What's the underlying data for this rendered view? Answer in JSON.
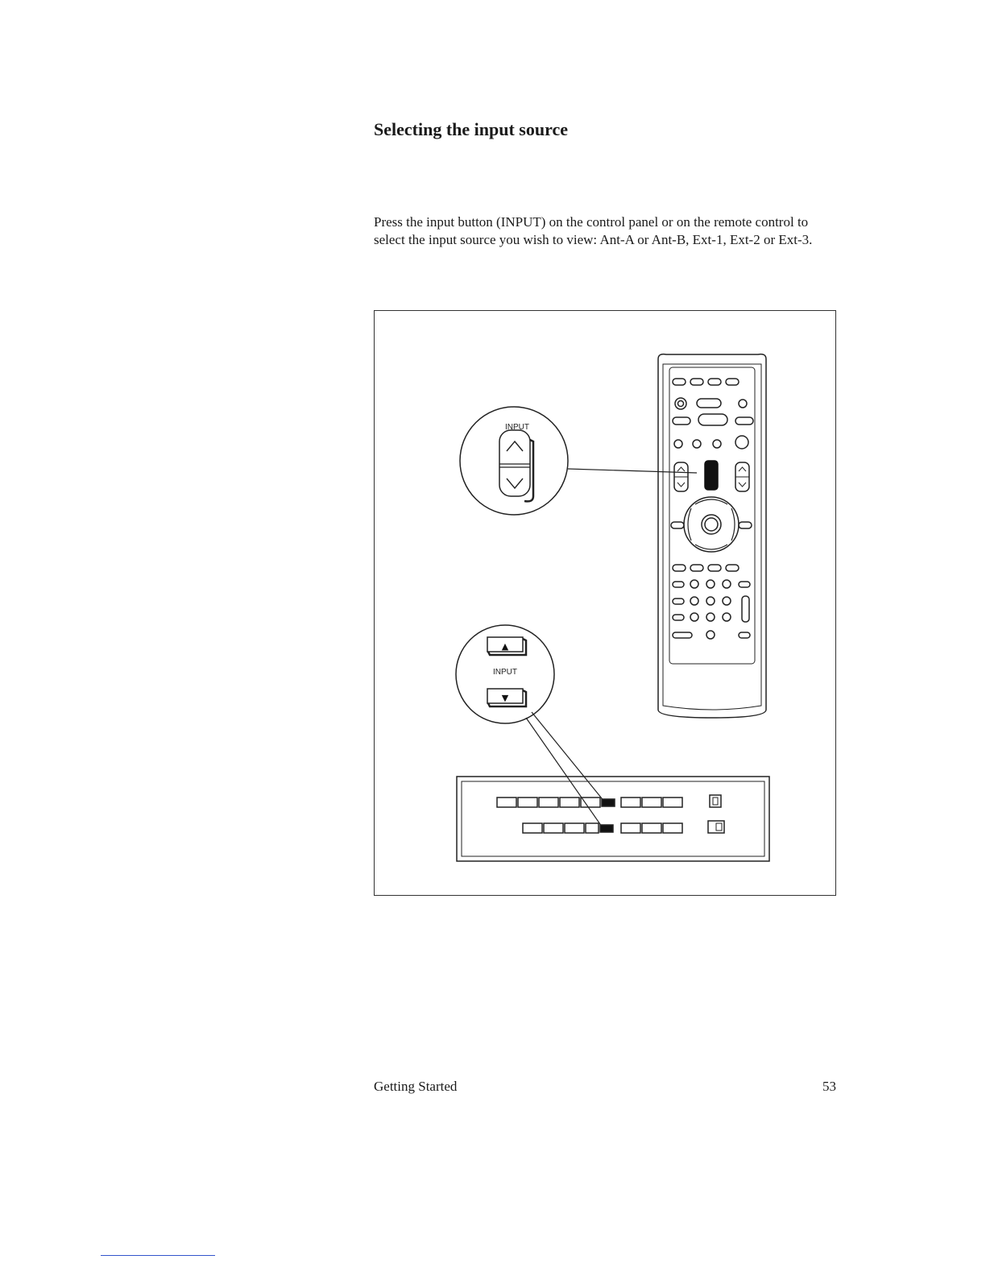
{
  "page": {
    "title": "Selecting the input source",
    "body": "Press the input button (INPUT) on the control panel or on the remote control to select the input source you wish to view:  Ant-A or Ant-B, Ext-1, Ext-2 or Ext-3.",
    "footer_section": "Getting Started",
    "page_number": "53"
  },
  "figure": {
    "remote_callout_label": "INPUT",
    "panel_callout_label": "INPUT",
    "up_symbol": "▲",
    "down_symbol": "▼"
  }
}
